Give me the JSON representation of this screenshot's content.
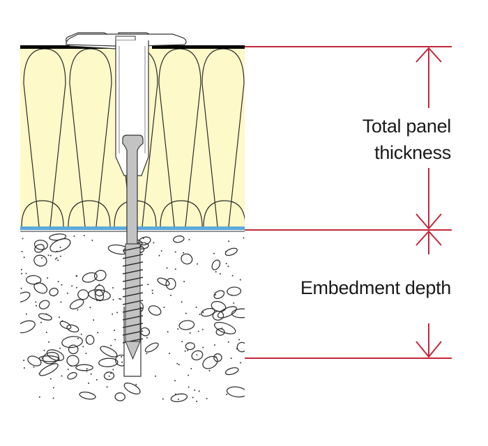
{
  "diagram": {
    "title": "Fastener embedment diagram",
    "labels": {
      "panel_line1": "Total panel",
      "panel_line2": "thickness",
      "embedment": "Embedment depth"
    },
    "layers": [
      "Top membrane",
      "Insulation panel",
      "Vapour barrier",
      "Concrete substrate"
    ],
    "components": [
      "Stress plate / sleeve",
      "Screw fastener"
    ],
    "colors": {
      "dimension": "#c0283a",
      "insulation": "#fdf9c8",
      "membrane": "#000000",
      "vapour_barrier": "#5aa9dc",
      "screw": "#c3c3c3",
      "outline": "#333333"
    }
  }
}
